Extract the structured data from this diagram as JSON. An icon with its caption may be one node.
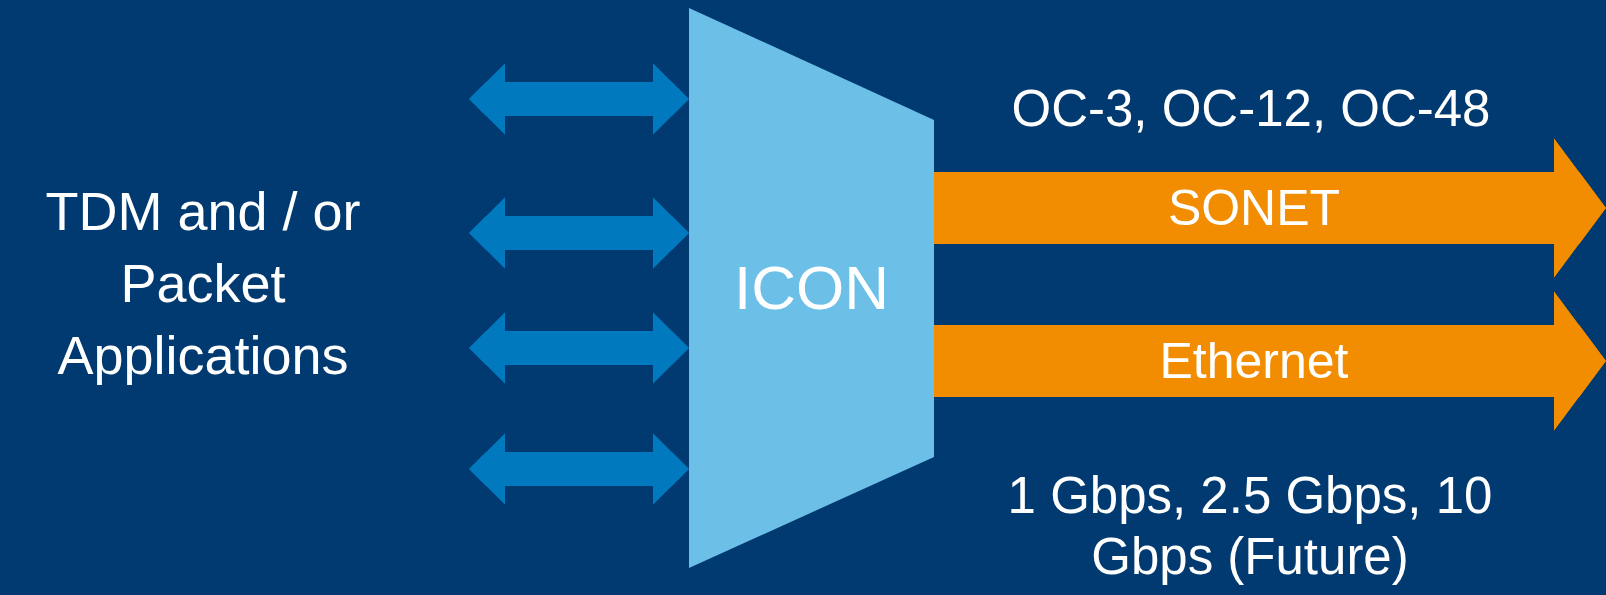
{
  "diagram": {
    "nodes": [
      {
        "text": [
          "TDM and / or Packet Applications"
        ]
      },
      {
        "text": [
          "ICON"
        ]
      }
    ],
    "edges": [
      {
        "from": 0,
        "to": 1,
        "arrow": "both"
      },
      {
        "from": 0,
        "to": 1,
        "arrow": "both"
      },
      {
        "from": 0,
        "to": 1,
        "arrow": "both"
      },
      {
        "from": 0,
        "to": 1,
        "arrow": "both"
      },
      {
        "from": 1,
        "to": null,
        "arrow": "to",
        "label": "SONET",
        "style": "thick",
        "color": "#f28c00"
      },
      {
        "from": 1,
        "to": null,
        "arrow": "to",
        "label": "Ethernet",
        "style": "thick",
        "color": "#f28c00"
      }
    ],
    "labels": [
      "OC-3, OC-12, OC-48",
      "1 Gbps, 2.5 Gbps, 10 Gbps (Future)"
    ]
  }
}
